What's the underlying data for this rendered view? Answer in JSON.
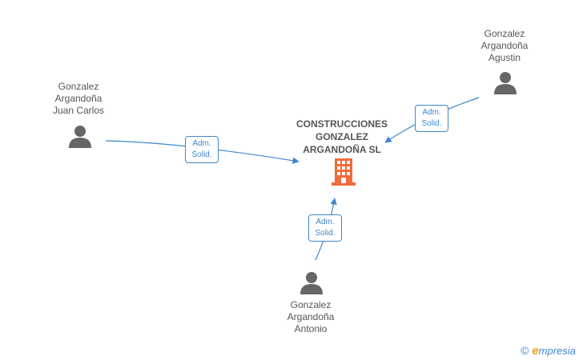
{
  "company": {
    "name_lines": [
      "CONSTRUCCIONES",
      "GONZALEZ",
      "ARGANDOÑA SL"
    ],
    "icon": "building-icon",
    "color": "#f26b3a"
  },
  "people": [
    {
      "id": "juan-carlos",
      "name_lines": [
        "Gonzalez",
        "Argandoña",
        "Juan Carlos"
      ],
      "icon": "person-icon"
    },
    {
      "id": "agustin",
      "name_lines": [
        "Gonzalez",
        "Argandoña",
        "Agustin"
      ],
      "icon": "person-icon"
    },
    {
      "id": "antonio",
      "name_lines": [
        "Gonzalez",
        "Argandoña",
        "Antonio"
      ],
      "icon": "person-icon"
    }
  ],
  "relations": [
    {
      "from": "juan-carlos",
      "role_lines": [
        "Adm.",
        "Solid."
      ]
    },
    {
      "from": "agustin",
      "role_lines": [
        "Adm.",
        "Solid."
      ]
    },
    {
      "from": "antonio",
      "role_lines": [
        "Adm.",
        "Solid."
      ]
    }
  ],
  "brand": {
    "copyright_symbol": "©",
    "logo_initial": "e",
    "logo_rest": "mpresia"
  },
  "colors": {
    "edge": "#3f87cc",
    "text": "#555555",
    "person_icon": "#666666"
  }
}
